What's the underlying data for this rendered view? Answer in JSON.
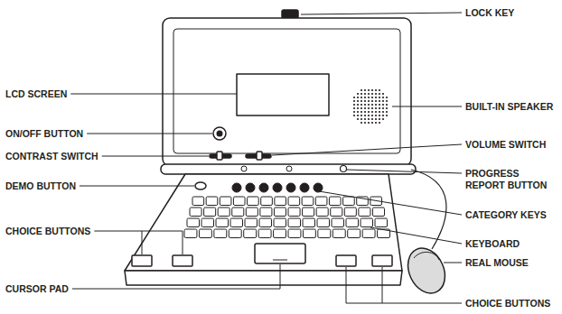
{
  "diagram": {
    "labels": [
      "LOCK KEY",
      "LCD SCREEN",
      "BUILT-IN SPEAKER",
      "ON/OFF BUTTON",
      "VOLUME SWITCH",
      "CONTRAST SWITCH",
      "PROGRESS REPORT BUTTON",
      "DEMO BUTTON",
      "CATEGORY KEYS",
      "CHOICE BUTTONS",
      "KEYBOARD",
      "REAL MOUSE",
      "CURSOR PAD",
      "CHOICE BUTTONS"
    ]
  }
}
